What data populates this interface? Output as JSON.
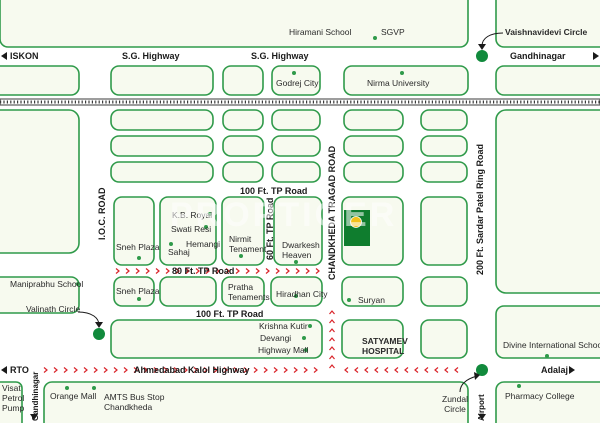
{
  "colors": {
    "block_stroke": "#2f9a4a",
    "block_fill": "#f7faef",
    "road": "#ffffff",
    "arrow": "#d9242a",
    "dot": "#2f9a4a",
    "site": "#0f7d2e",
    "marker": "#f2c21b",
    "circle": "#118a3c",
    "rail": "#3b3b3b"
  },
  "roads": {
    "iskon": "ISKON",
    "sg1": "S.G. Highway",
    "sg2": "S.G. Highway",
    "gandhinagar_top": "Gandhinagar",
    "tp100_top": "100 Ft. TP Road",
    "ioc": "I.O.C. ROAD",
    "tp60": "60 Ft. TP Road",
    "chandkheda": "CHANDKHEDA TRAGAD ROAD",
    "sardar_patel": "200 Ft. Sardar Patel Ring Road",
    "tp80": "80 Ft. TP Road",
    "tp100_bottom": "100 Ft. TP Road",
    "ahmedabad_kalol": "Ahmedabad Kalol Highway",
    "rto": "RTO",
    "adalaj": "Adalaj",
    "gandhinagar_left": "Gandhinagar",
    "airport": "Airport"
  },
  "places": {
    "hiramani": "Hiramani School",
    "sgvp": "SGVP",
    "vaishnavidevi": "Vaishnavidevi Circle",
    "godrej": "Godrej City",
    "nirma": "Nirma University",
    "kb_royal": "K.B. Royal",
    "swati": "Swati Resi",
    "sahaj": "Sahaj",
    "hemangi": "Hemangi",
    "sneh1": "Sneh Plaza",
    "nirmit": "Nirmit Tenament",
    "dwarkesh": "Dwarkesh Heaven",
    "manipraabhu": "Maniprabhu School",
    "valinath": "Valinath Circle",
    "sneh2": "Sneh Plaza",
    "pratha": "Pratha Tenaments",
    "hiradhan": "Hiradhan City",
    "suryan": "Suryan",
    "krishna": "Krishna Kutir",
    "devangi": "Devangi",
    "highway_mall": "Highway Mall",
    "satyamev": "SATYAMEV HOSPITAL",
    "divine": "Divine International School",
    "visat": "Visat Petrol Pump",
    "orange": "Orange Mall",
    "amts": "AMTS Bus Stop Chandkheda",
    "zundal": "Zundal Circle",
    "pharmacy": "Pharmacy College"
  },
  "watermark": "PROPTIGER"
}
